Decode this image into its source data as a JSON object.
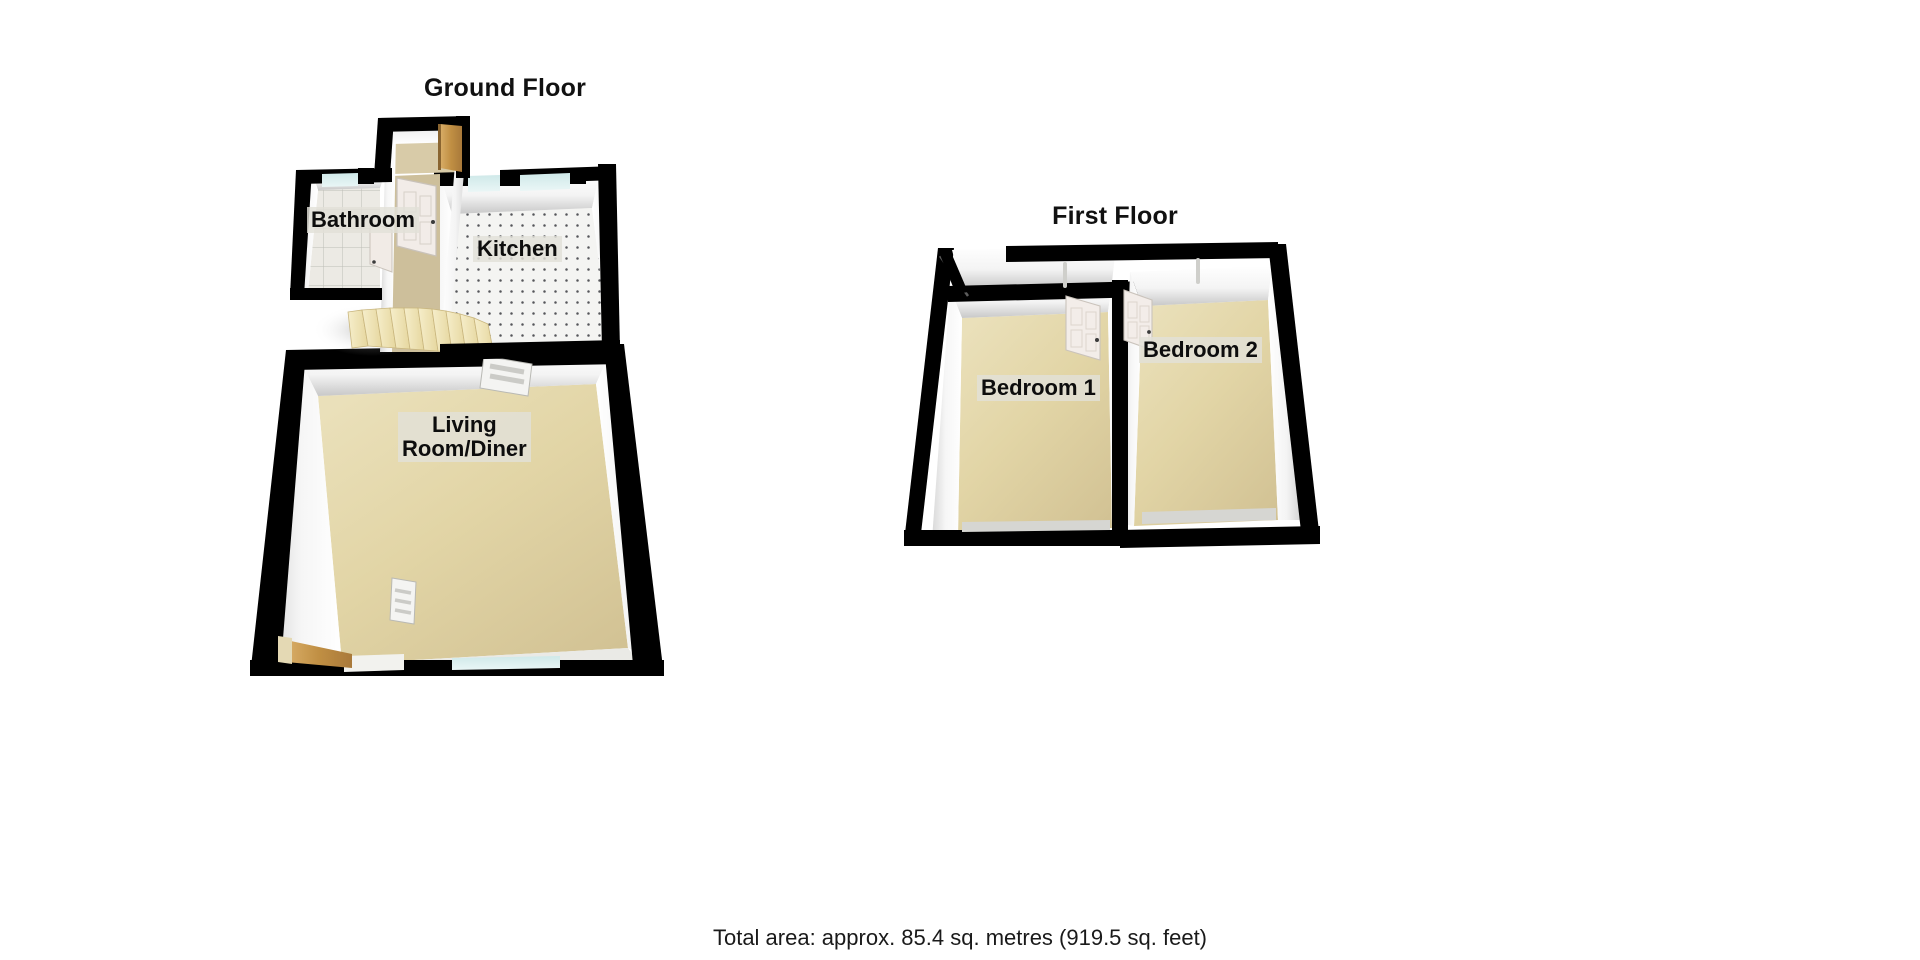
{
  "document": {
    "kind": "floor-plan",
    "background_color": "#ffffff",
    "footer": "Total area: approx. 85.4 sq. metres (919.5 sq. feet)"
  },
  "palette": {
    "wall_outline": "#000000",
    "wall_face_light": "#ffffff",
    "wall_face_shadow": "#b9b9b9",
    "carpet": "#e2d5a6",
    "kitchen_floor": "#f4f4f2",
    "bathroom_floor": "#eceae4",
    "window_glass": "#d6ecec",
    "door_wood": "#c79a52",
    "door_panel": "#f2ece8",
    "label_chip": "#e2e0d8",
    "text": "#0d0d0d"
  },
  "floors": [
    {
      "id": "ground-floor",
      "title": "Ground Floor",
      "rooms": [
        {
          "id": "bathroom",
          "label": "Bathroom",
          "floor_style": "tiled"
        },
        {
          "id": "kitchen",
          "label": "Kitchen",
          "floor_style": "dotted-vinyl"
        },
        {
          "id": "living-room",
          "label": "Living\nRoom/Diner",
          "label_line1": "Living",
          "label_line2": "Room/Diner",
          "floor_style": "carpet"
        }
      ],
      "features": [
        {
          "id": "staircase",
          "name": "staircase"
        },
        {
          "id": "hall-door",
          "name": "door"
        },
        {
          "id": "bathroom-door",
          "name": "door"
        },
        {
          "id": "front-door",
          "name": "door"
        },
        {
          "id": "radiator-living",
          "name": "radiator"
        },
        {
          "id": "radiator-bay",
          "name": "radiator"
        },
        {
          "id": "kitchen-window",
          "name": "window"
        },
        {
          "id": "bathroom-window",
          "name": "window"
        },
        {
          "id": "bay-window",
          "name": "window"
        }
      ]
    },
    {
      "id": "first-floor",
      "title": "First Floor",
      "rooms": [
        {
          "id": "bedroom-1",
          "label": "Bedroom 1",
          "floor_style": "carpet"
        },
        {
          "id": "bedroom-2",
          "label": "Bedroom 2",
          "floor_style": "carpet"
        }
      ],
      "features": [
        {
          "id": "landing",
          "name": "landing"
        },
        {
          "id": "stairwell",
          "name": "stairwell"
        },
        {
          "id": "bed1-door",
          "name": "door"
        },
        {
          "id": "bed2-door",
          "name": "door"
        },
        {
          "id": "radiator-bed1",
          "name": "radiator"
        },
        {
          "id": "radiator-bed2",
          "name": "radiator"
        }
      ]
    }
  ]
}
